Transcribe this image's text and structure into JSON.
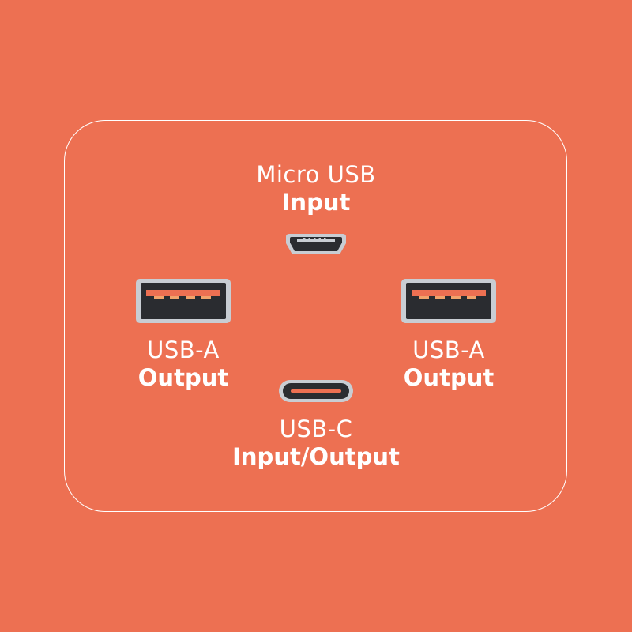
{
  "colors": {
    "background": "#ED7052",
    "outline": "#FFFFFF",
    "port_shell": "#C8CDD3",
    "port_cavity": "#2A2C30",
    "pin_orange": "#F2A36B"
  },
  "ports": {
    "micro_usb": {
      "name": "Micro USB",
      "role": "Input",
      "icon": "micro-usb-port-icon"
    },
    "usb_a_left": {
      "name": "USB-A",
      "role": "Output",
      "icon": "usb-a-port-icon"
    },
    "usb_a_right": {
      "name": "USB-A",
      "role": "Output",
      "icon": "usb-a-port-icon"
    },
    "usb_c": {
      "name": "USB-C",
      "role": "Input/Output",
      "icon": "usb-c-port-icon"
    }
  }
}
